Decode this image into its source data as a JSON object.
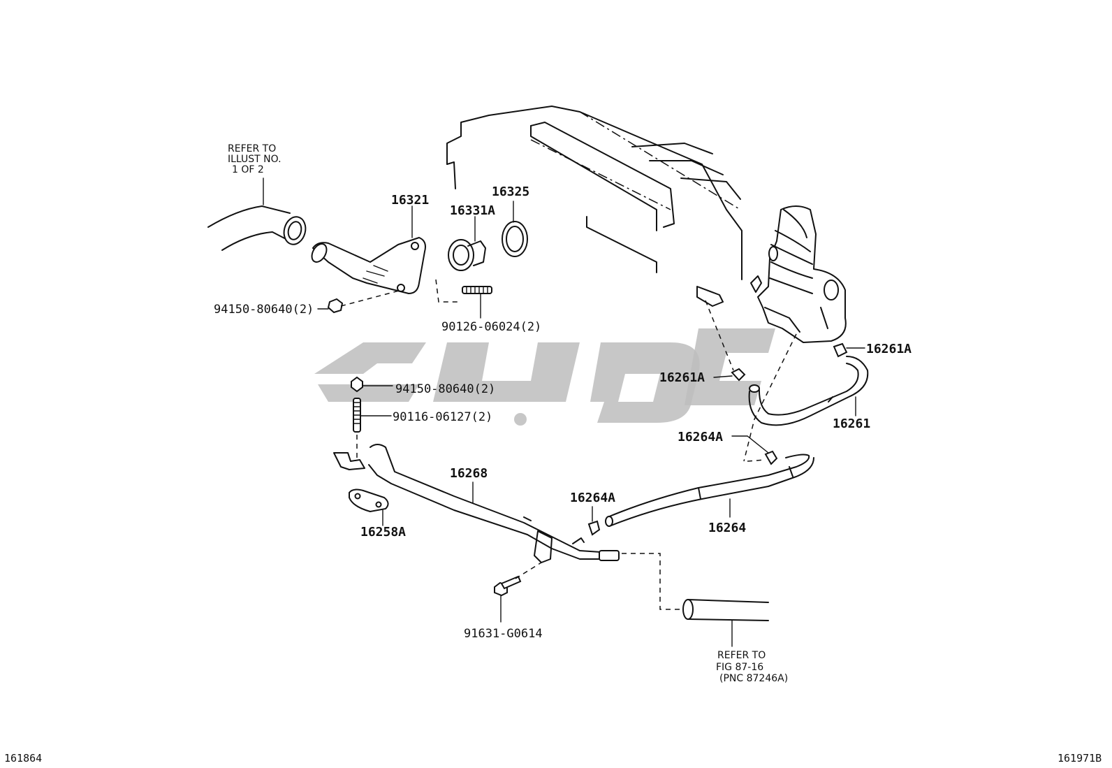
{
  "notes": {
    "refer_illust": [
      "REFER TO",
      "ILLUST NO.",
      "1 OF 2"
    ],
    "refer_fig": [
      "REFER TO",
      "FIG 87-16",
      "(PNC 87246A)"
    ]
  },
  "parts": {
    "p16321": "16321",
    "p16331A": "16331A",
    "p16325": "16325",
    "p94150_top": "94150-80640(2)",
    "p90126": "90126-06024(2)",
    "p94150_mid": "94150-80640(2)",
    "p90116": "90116-06127(2)",
    "p16268": "16268",
    "p16258A": "16258A",
    "p16264A_left": "16264A",
    "p16264": "16264",
    "p16264A_right": "16264A",
    "p16261A_left": "16261A",
    "p16261A_right": "16261A",
    "p16261": "16261",
    "p91631": "91631-G0614"
  },
  "corners": {
    "left": "161864",
    "right": "161971B"
  }
}
